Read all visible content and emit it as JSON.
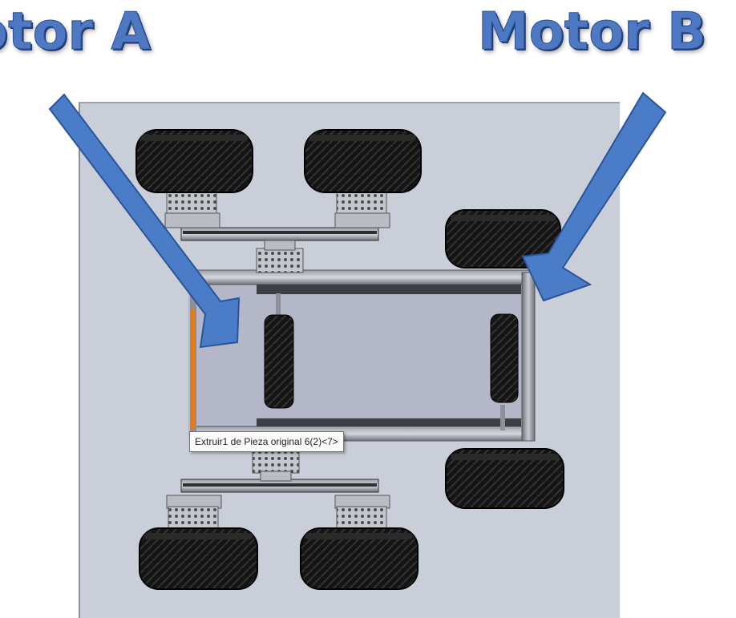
{
  "labels": {
    "motor_a": "otor A",
    "motor_b": "Motor B"
  },
  "tooltip": "Extruir1 de Pieza original 6(2)<7>",
  "colors": {
    "label": "#4e78c2",
    "arrow": "#4a7cc8",
    "viewport_bg": "#c9ced8",
    "chassis_panel": "#b4b7c8",
    "frame": "#6f737a",
    "tire": "#141414",
    "orange_edge": "#e07d1a"
  }
}
